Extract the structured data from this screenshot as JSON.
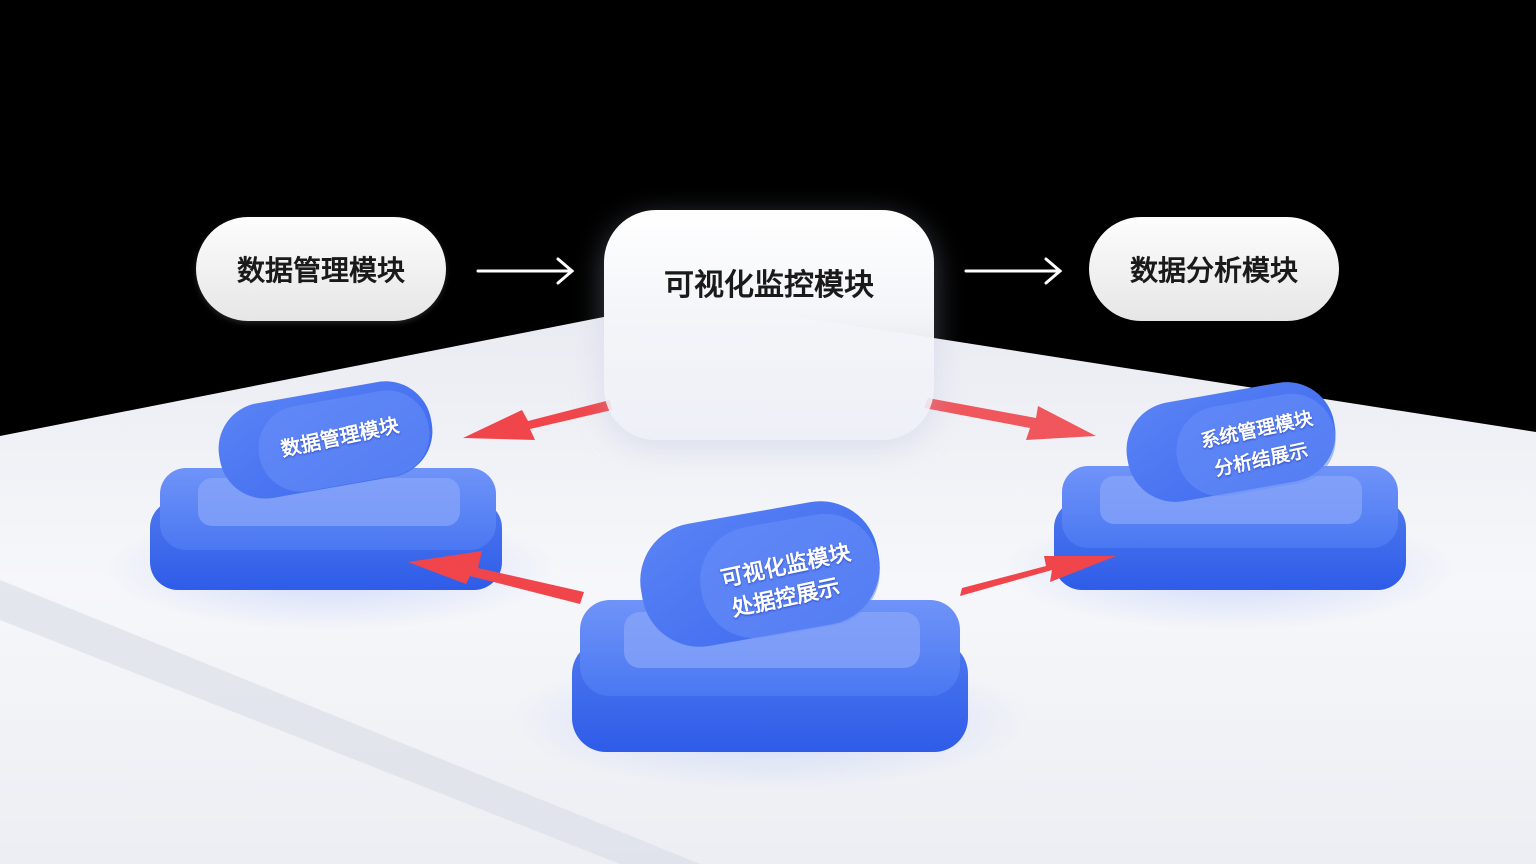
{
  "top_row": {
    "left_module": "数据管理模块",
    "center_module": "可视化监控模块",
    "right_module": "数据分析模块"
  },
  "blocks": {
    "left": "数据管理模块",
    "right_line1": "系统管理模块",
    "right_line2": "分析结展示",
    "center_line1": "可视化监模块",
    "center_line2": "处据控展示"
  },
  "colors": {
    "background": "#000000",
    "platform": "#f2f3f7",
    "block_blue": "#3f6ef0",
    "arrow_red": "#f0464b",
    "arrow_black": "#ffffff"
  },
  "icons": [
    "arrow-right-icon",
    "arrow-red-icon"
  ]
}
